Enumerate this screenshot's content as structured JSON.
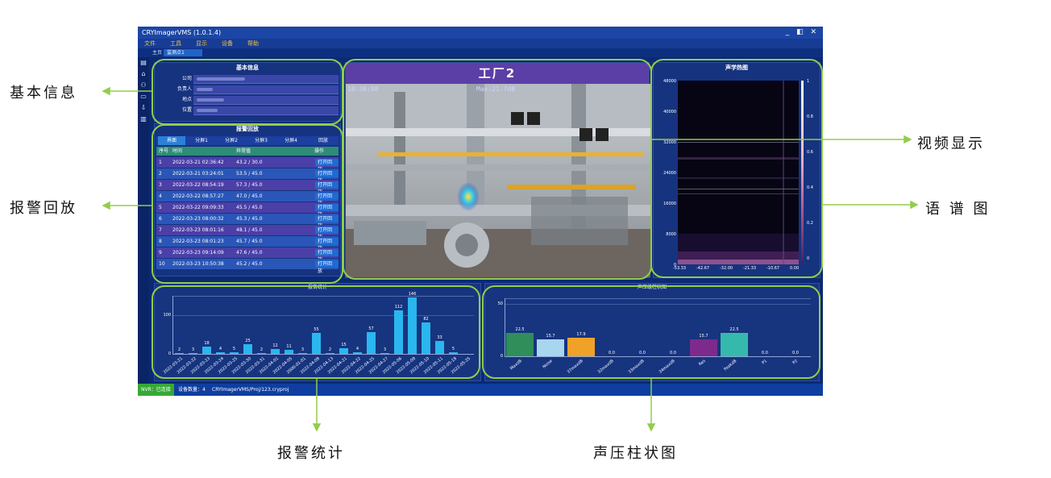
{
  "window": {
    "title": "CRYImagerVMS (1.0.1.4)",
    "controls": "_ ◧ ✕"
  },
  "menu": [
    "文件",
    "工具",
    "显示",
    "设备",
    "帮助"
  ],
  "tabs": [
    {
      "label": "主页"
    },
    {
      "label": "监测点1"
    }
  ],
  "info": {
    "title": "基本信息",
    "rows": [
      {
        "label": "公司"
      },
      {
        "label": "负责人"
      },
      {
        "label": "地点"
      },
      {
        "label": "位置"
      }
    ]
  },
  "alarm": {
    "title": "报警回放",
    "tabs": [
      "界面",
      "分屏1",
      "分屏2",
      "分屏3",
      "分屏4",
      "回放"
    ],
    "headers": {
      "index": "序号",
      "time": "时间",
      "value": "异常值",
      "action": "操作"
    },
    "button_label": "打开回放",
    "rows": [
      {
        "i": "1",
        "time": "2022-03-21 02:36:42",
        "value": "43.2 / 30.0"
      },
      {
        "i": "2",
        "time": "2022-03-21 03:24:01",
        "value": "53.5 / 45.0"
      },
      {
        "i": "3",
        "time": "2022-03-22 08:54:19",
        "value": "57.3 / 45.0"
      },
      {
        "i": "4",
        "time": "2022-03-22 08:57:27",
        "value": "47.0 / 45.0"
      },
      {
        "i": "5",
        "time": "2022-03-22 09:09:33",
        "value": "45.5 / 45.0"
      },
      {
        "i": "6",
        "time": "2022-03-23 08:00:32",
        "value": "45.3 / 45.0"
      },
      {
        "i": "7",
        "time": "2022-03-23 08:01:16",
        "value": "48.1 / 45.0"
      },
      {
        "i": "8",
        "time": "2022-03-23 08:01:23",
        "value": "45.7 / 45.0"
      },
      {
        "i": "9",
        "time": "2022-03-23 09:14:09",
        "value": "47.6 / 45.0"
      },
      {
        "i": "10",
        "time": "2022-03-23 10:50:38",
        "value": "45.2 / 45.0"
      }
    ]
  },
  "video": {
    "title": "工厂2",
    "time_text": "10:30:08",
    "max_text": "Max:21.7dB"
  },
  "spectro": {
    "title": "声学热图",
    "yticks": [
      "48000",
      "40000",
      "32000",
      "24000",
      "16000",
      "8000",
      "0"
    ],
    "xticks": [
      "-53.33",
      "-42.67",
      "-32.00",
      "-21.33",
      "-10.67",
      "0.00"
    ],
    "cticks": [
      "1",
      "0.8",
      "0.6",
      "0.4",
      "0.2",
      "0"
    ]
  },
  "stats": {
    "title": "报告统计"
  },
  "pressure": {
    "title": "声压级柱状图"
  },
  "status": {
    "nvr": "NVR：已连接",
    "devices": "设备数量：4",
    "path": "CRYImagerVMS/Proj/123.cryproj"
  },
  "callouts": {
    "info": "基本信息",
    "alarm": "报警回放",
    "video": "视频显示",
    "spectrum": "语 谱 图",
    "stats": "报警统计",
    "pressure": "声压柱状图"
  },
  "colors": {
    "accent": "#92cd4a",
    "window_bg": "#0b2a73",
    "bar_blue": "#2ab6ee"
  },
  "chart_data": [
    {
      "type": "bar",
      "title": "报告统计",
      "ylim": [
        0,
        150
      ],
      "yticks": [
        0,
        100
      ],
      "categories": [
        "2022-03-21",
        "2022-03-22",
        "2022-03-23",
        "2022-03-24",
        "2022-03-25",
        "2022-03-30",
        "2022-03-31",
        "2022-04-01",
        "2022-04-05",
        "2000-01-01",
        "2022-04-08",
        "2022-04-13",
        "2022-04-21",
        "2022-04-22",
        "2022-04-25",
        "2022-04-27",
        "2022-05-06",
        "2022-05-09",
        "2022-05-10",
        "2022-05-11",
        "2022-05-18",
        "2022-05-25"
      ],
      "values": [
        2,
        3,
        18,
        4,
        5,
        25,
        2,
        12,
        11,
        3,
        55,
        2,
        15,
        4,
        57,
        3,
        112,
        146,
        82,
        33,
        5,
        0
      ],
      "labels": [
        "2",
        "3",
        "18",
        "4",
        "5",
        "25",
        "2",
        "12",
        "11",
        "3",
        "55",
        "2",
        "15",
        "4",
        "57",
        "3",
        "112",
        "146",
        "82",
        "33",
        "5",
        ""
      ]
    },
    {
      "type": "bar",
      "title": "声压级柱状图",
      "ylim": [
        0,
        55
      ],
      "yticks": [
        0,
        50
      ],
      "categories": [
        "MaxdB",
        "Noise",
        "37maxdB",
        "32maxdB",
        "33maxdB",
        "34maxdB",
        "Res",
        "PeakdB",
        "P1",
        "P2"
      ],
      "values": [
        22.5,
        15.7,
        17.9,
        0.0,
        0.0,
        0.0,
        15.7,
        22.5,
        0.0,
        0.0
      ],
      "labels": [
        "22.5",
        "15.7",
        "17.9",
        "0.0",
        "0.0",
        "0.0",
        "15.7",
        "22.5",
        "0.0",
        "0.0"
      ],
      "colors": [
        "#2f8e5a",
        "#a8d6ee",
        "#f0a127",
        "#2ab6ee",
        "#2ab6ee",
        "#2ab6ee",
        "#7e2a8c",
        "#36b9ad",
        "#2ab6ee",
        "#2ab6ee"
      ]
    }
  ]
}
